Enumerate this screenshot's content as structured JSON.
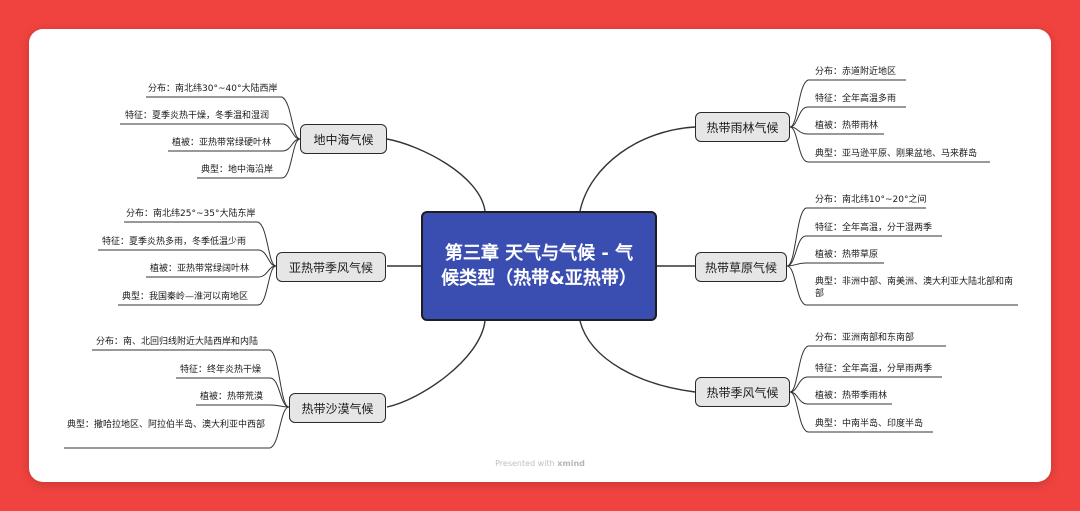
{
  "center": {
    "title": "第三章 天气与气候 - 气候类型（热带&亚热带）"
  },
  "branches": {
    "left_1": {
      "label": "地中海气候",
      "leaves": [
        "分布：南北纬30°~40°大陆西岸",
        "特征：夏季炎热干燥，冬季温和湿润",
        "植被：亚热带常绿硬叶林",
        "典型：地中海沿岸"
      ]
    },
    "left_2": {
      "label": "亚热带季风气候",
      "leaves": [
        "分布：南北纬25°~35°大陆东岸",
        "特征：夏季炎热多雨，冬季低温少雨",
        "植被：亚热带常绿阔叶林",
        "典型：我国秦岭—淮河以南地区"
      ]
    },
    "left_3": {
      "label": "热带沙漠气候",
      "leaves": [
        "分布：南、北回归线附近大陆西岸和内陆",
        "特征：终年炎热干燥",
        "植被：热带荒漠",
        "典型：撒哈拉地区、阿拉伯半岛、澳大利亚中西部"
      ]
    },
    "right_1": {
      "label": "热带雨林气候",
      "leaves": [
        "分布：赤道附近地区",
        "特征：全年高温多雨",
        "植被：热带雨林",
        "典型：亚马逊平原、刚果盆地、马来群岛"
      ]
    },
    "right_2": {
      "label": "热带草原气候",
      "leaves": [
        "分布：南北纬10°~20°之间",
        "特征：全年高温，分干湿两季",
        "植被：热带草原",
        "典型：非洲中部、南美洲、澳大利亚大陆北部和南部"
      ]
    },
    "right_3": {
      "label": "热带季风气候",
      "leaves": [
        "分布：亚洲南部和东南部",
        "特征：全年高温，分旱雨两季",
        "植被：热带季雨林",
        "典型：中南半岛、印度半岛"
      ]
    }
  },
  "footer": {
    "prefix": "Presented with",
    "brand": "xmind"
  },
  "colors": {
    "background": "#f0433f",
    "central": "#3a4db0",
    "branch": "#e6e6e6",
    "line": "#333333"
  }
}
